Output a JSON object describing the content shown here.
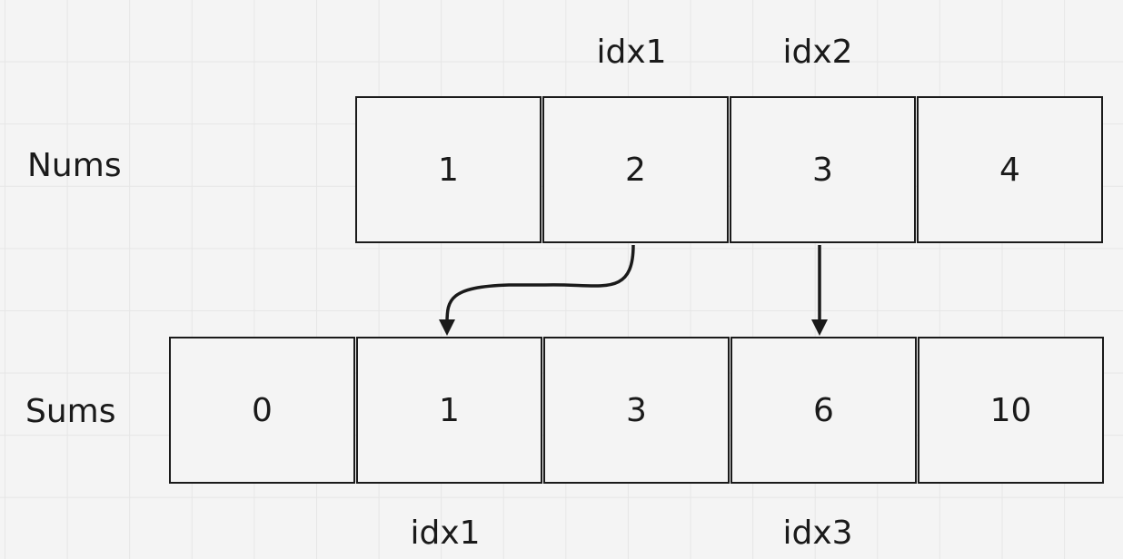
{
  "rows": {
    "nums": {
      "label": "Nums",
      "cells": [
        "1",
        "2",
        "3",
        "4"
      ]
    },
    "sums": {
      "label": "Sums",
      "cells": [
        "0",
        "1",
        "3",
        "6",
        "10"
      ]
    }
  },
  "top_indices": {
    "idx1": "idx1",
    "idx2": "idx2"
  },
  "bottom_indices": {
    "idx1": "idx1",
    "idx3": "idx3"
  },
  "colors": {
    "stroke": "#1a1a1a",
    "background": "#f4f4f4",
    "grid": "#e6e6e6"
  }
}
